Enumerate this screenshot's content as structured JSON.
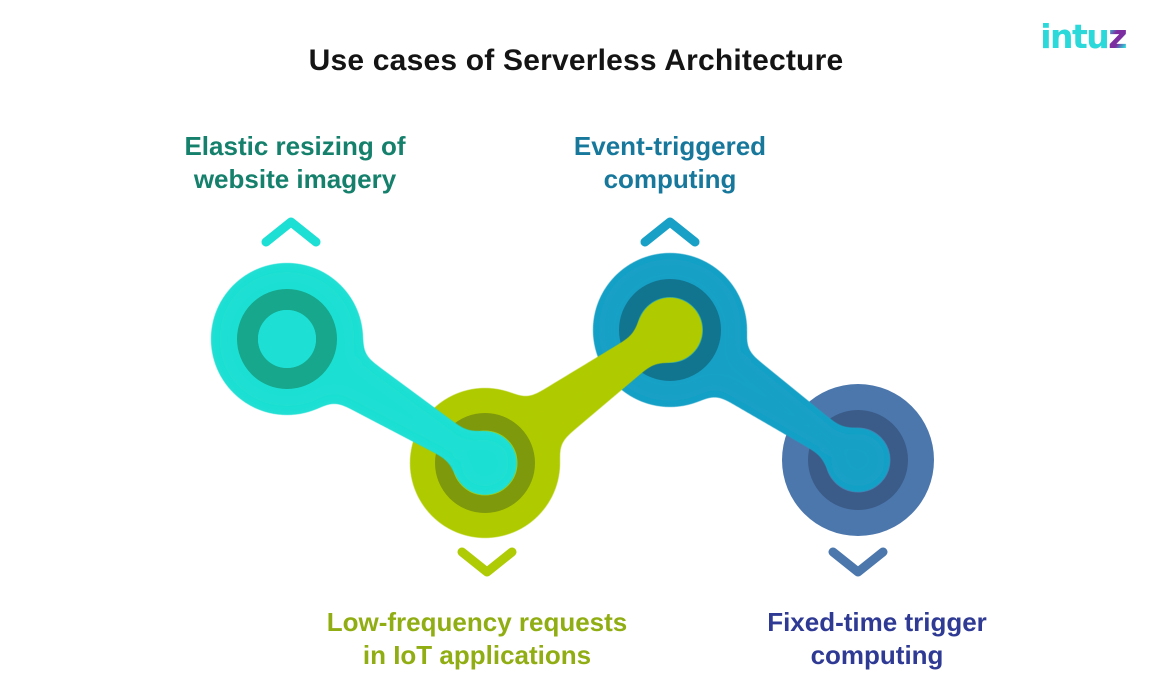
{
  "header": {
    "title": "Use cases of Serverless Architecture",
    "title_color": "#141414"
  },
  "logo": {
    "main": "intu",
    "accent": "z",
    "main_color": "#2bd8da",
    "accent_color": "#7c2da0"
  },
  "diagram": {
    "nodes": [
      {
        "name": "elastic-resizing",
        "label": [
          "Elastic resizing of",
          "website imagery"
        ],
        "label_color": "#15806b",
        "fill": "#1ddfd3",
        "ring": "#16a78c",
        "arrow": "up"
      },
      {
        "name": "low-frequency-iot",
        "label": [
          "Low-frequency requests",
          "in IoT applications"
        ],
        "label_color": "#90ae13",
        "fill": "#afcb06",
        "ring": "#7e990b",
        "arrow": "down"
      },
      {
        "name": "event-triggered",
        "label": [
          "Event-triggered",
          "computing"
        ],
        "label_color": "#17789c",
        "fill": "#18a0c6",
        "ring": "#127590",
        "arrow": "up"
      },
      {
        "name": "fixed-time-trigger",
        "label": [
          "Fixed-time trigger",
          "computing"
        ],
        "label_color": "#2e3a93",
        "fill": "#4c77ad",
        "ring": "#3b5c88",
        "arrow": "down"
      }
    ]
  }
}
